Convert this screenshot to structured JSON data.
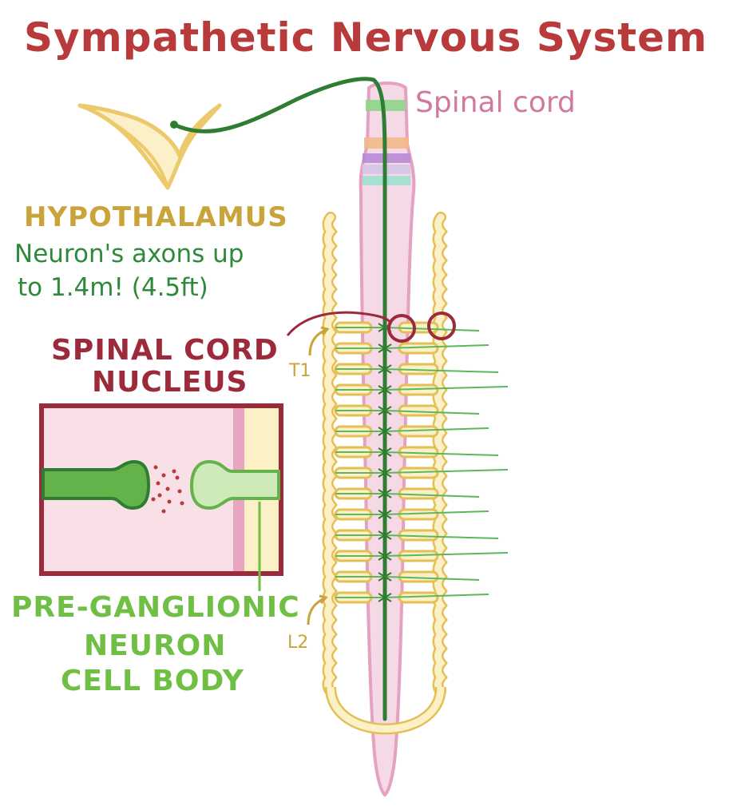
{
  "title": "Sympathetic Nervous System",
  "labels": {
    "spinal_cord": "Spinal cord",
    "hypothalamus": "HYPOTHALAMUS",
    "axon_note_line1": "Neuron's axons up",
    "axon_note_line2": "to 1.4m! (4.5ft)",
    "nucleus_line1": "SPINAL CORD",
    "nucleus_line2": "NUCLEUS",
    "pre_line1": "PRE-GANGLIONIC",
    "pre_line2": "NEURON",
    "pre_line3": "CELL BODY",
    "t1": "T1",
    "l2": "L2"
  },
  "colors": {
    "title": "#b83a3a",
    "spinal_cord": "#d07aa0",
    "hypothalamus": "#c9a43a",
    "axon": "#2e7d32",
    "nucleus": "#9c2a3a",
    "preganglionic": "#6fbf45",
    "ganglion_chain": "#f1d97a"
  }
}
